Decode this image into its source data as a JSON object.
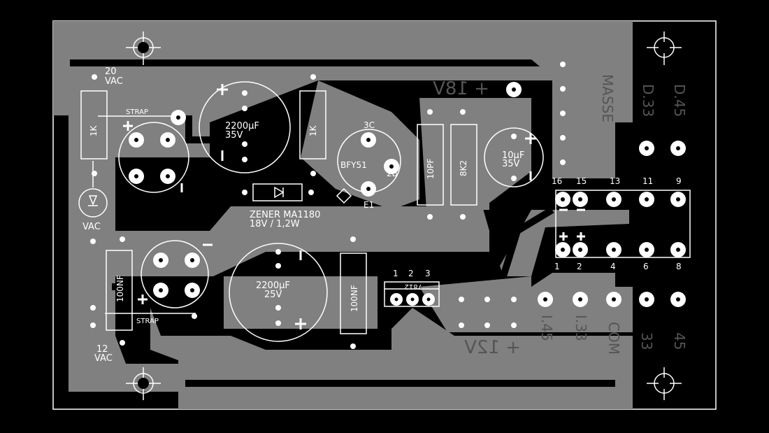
{
  "colors": {
    "background": "#000000",
    "copper": "#808080",
    "silk": "#ffffff",
    "mirror_text": "#555555"
  },
  "labels": {
    "ac20_a": "20",
    "ac20_b": "VAC",
    "strap_top": "STRAP",
    "r1k_left": "1K",
    "cap2200_35_a": "2200µF",
    "cap2200_35_b": "35V",
    "r1k_mid": "1K",
    "q_3c": "3C",
    "q_name": "BFY51",
    "q_2b": "2B",
    "q_e1": "E1",
    "zener_a": "ZENER MA1180",
    "zener_b": "18V / 1,2W",
    "vac_led": "VAC",
    "cap100nf_left": "100NF",
    "strap_bottom": "STRAP",
    "cap2200_25_a": "2200µF",
    "cap2200_25_b": "25V",
    "cap100nf_mid": "100NF",
    "reg_name": "7812",
    "reg_pin1": "1",
    "reg_pin2": "2",
    "reg_pin3": "3",
    "cap10pf": "10PF",
    "res8k2": "8K2",
    "cap10uf_a": "10µF",
    "cap10uf_b": "35V",
    "ac12_a": "12",
    "ac12_b": "VAC",
    "pin16": "16",
    "pin15": "15",
    "pin13": "13",
    "pin11": "11",
    "pin9": "9",
    "pin1": "1",
    "pin2": "2",
    "pin4": "4",
    "pin6": "6",
    "pin8": "8",
    "mirror_18v": "+ 18V",
    "mirror_12v": "+ 12V",
    "mirror_masse": "MASSE",
    "mirror_d33": "D.33",
    "mirror_d45": "D.45",
    "mirror_i45": "I.45",
    "mirror_i33": "I.33",
    "mirror_com": "COM",
    "mirror_33": "33",
    "mirror_45": "45"
  }
}
